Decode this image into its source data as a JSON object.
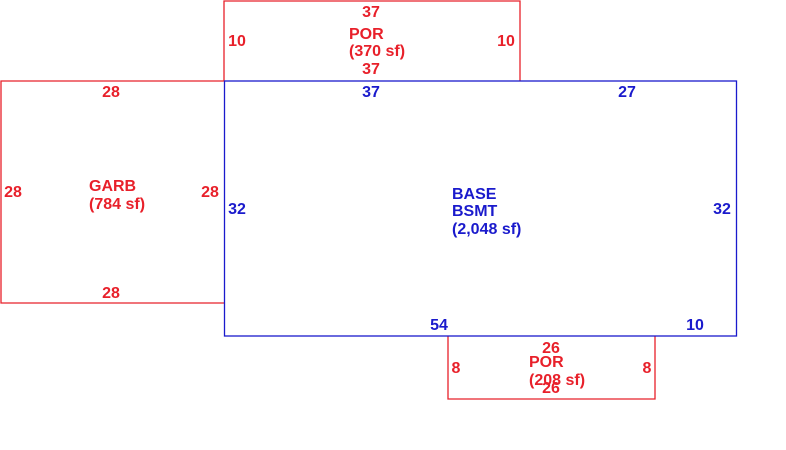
{
  "colors": {
    "red": "#e8202a",
    "blue": "#1a1acc"
  },
  "areas": {
    "por_top": {
      "name": "POR",
      "area": "(370 sf)",
      "dims": {
        "top": "37",
        "bottom": "37",
        "left": "10",
        "right": "10"
      }
    },
    "garage": {
      "name": "GARB",
      "area": "(784 sf)",
      "dims": {
        "top": "28",
        "bottom": "28",
        "left": "28",
        "right": "28"
      }
    },
    "base": {
      "name_line1": "BASE",
      "name_line2": "BSMT",
      "area": "(2,048 sf)",
      "dims": {
        "top_left": "37",
        "top_right": "27",
        "left": "32",
        "right": "32",
        "bottom_left": "54",
        "bottom_right": "10"
      }
    },
    "por_bottom": {
      "name": "POR",
      "area": "(208 sf)",
      "dims": {
        "top": "26",
        "bottom": "26",
        "left": "8",
        "right": "8"
      }
    }
  }
}
